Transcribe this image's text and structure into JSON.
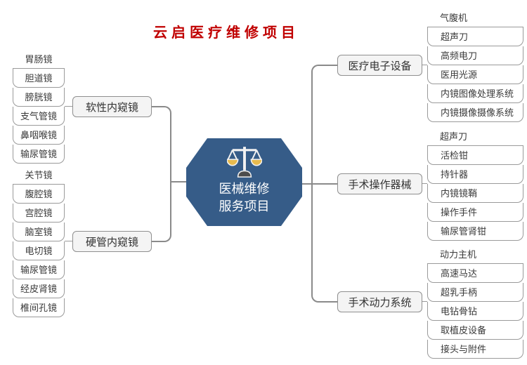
{
  "title": "云启医疗维修项目",
  "center": {
    "line1": "医械维修",
    "line2": "服务项目",
    "icon": "balance-scale-icon",
    "fill_color": "#365c88",
    "text_color": "#ffffff"
  },
  "colors": {
    "title_red": "#c00000",
    "connector_gray": "#8a8a8a",
    "leaf_line_gray": "#9a9a9a",
    "node_fill": "#f4f4f4",
    "node_border": "#8f8f8f",
    "scale_pan_gold": "#e7ba4e",
    "scale_base_gray": "#4c4c4c"
  },
  "branches": [
    {
      "id": "soft-endoscope",
      "label": "软性内窥镜",
      "side": "left",
      "children": [
        "胃肠镜",
        "胆道镜",
        "膀胱镜",
        "支气管镜",
        "鼻咽喉镜",
        "输尿管镜"
      ]
    },
    {
      "id": "rigid-endoscope",
      "label": "硬管内窥镜",
      "side": "left",
      "children": [
        "关节镜",
        "腹腔镜",
        "宫腔镜",
        "脑室镜",
        "电切镜",
        "输尿管镜",
        "经皮肾镜",
        "椎间孔镜"
      ]
    },
    {
      "id": "medical-electronics",
      "label": "医疗电子设备",
      "side": "right",
      "children": [
        "气腹机",
        "超声刀",
        "高频电刀",
        "医用光源",
        "内镜图像处理系统",
        "内镜摄像摄像系统"
      ]
    },
    {
      "id": "surgical-instruments",
      "label": "手术操作器械",
      "side": "right",
      "children": [
        "超声刀",
        "活检钳",
        "持针器",
        "内镜镜鞘",
        "操作手件",
        "输尿管肾钳"
      ]
    },
    {
      "id": "surgical-power",
      "label": "手术动力系统",
      "side": "right",
      "children": [
        "动力主机",
        "高速马达",
        "超乳手柄",
        "电钻骨钻",
        "取植皮设备",
        "接头与附件"
      ]
    }
  ]
}
